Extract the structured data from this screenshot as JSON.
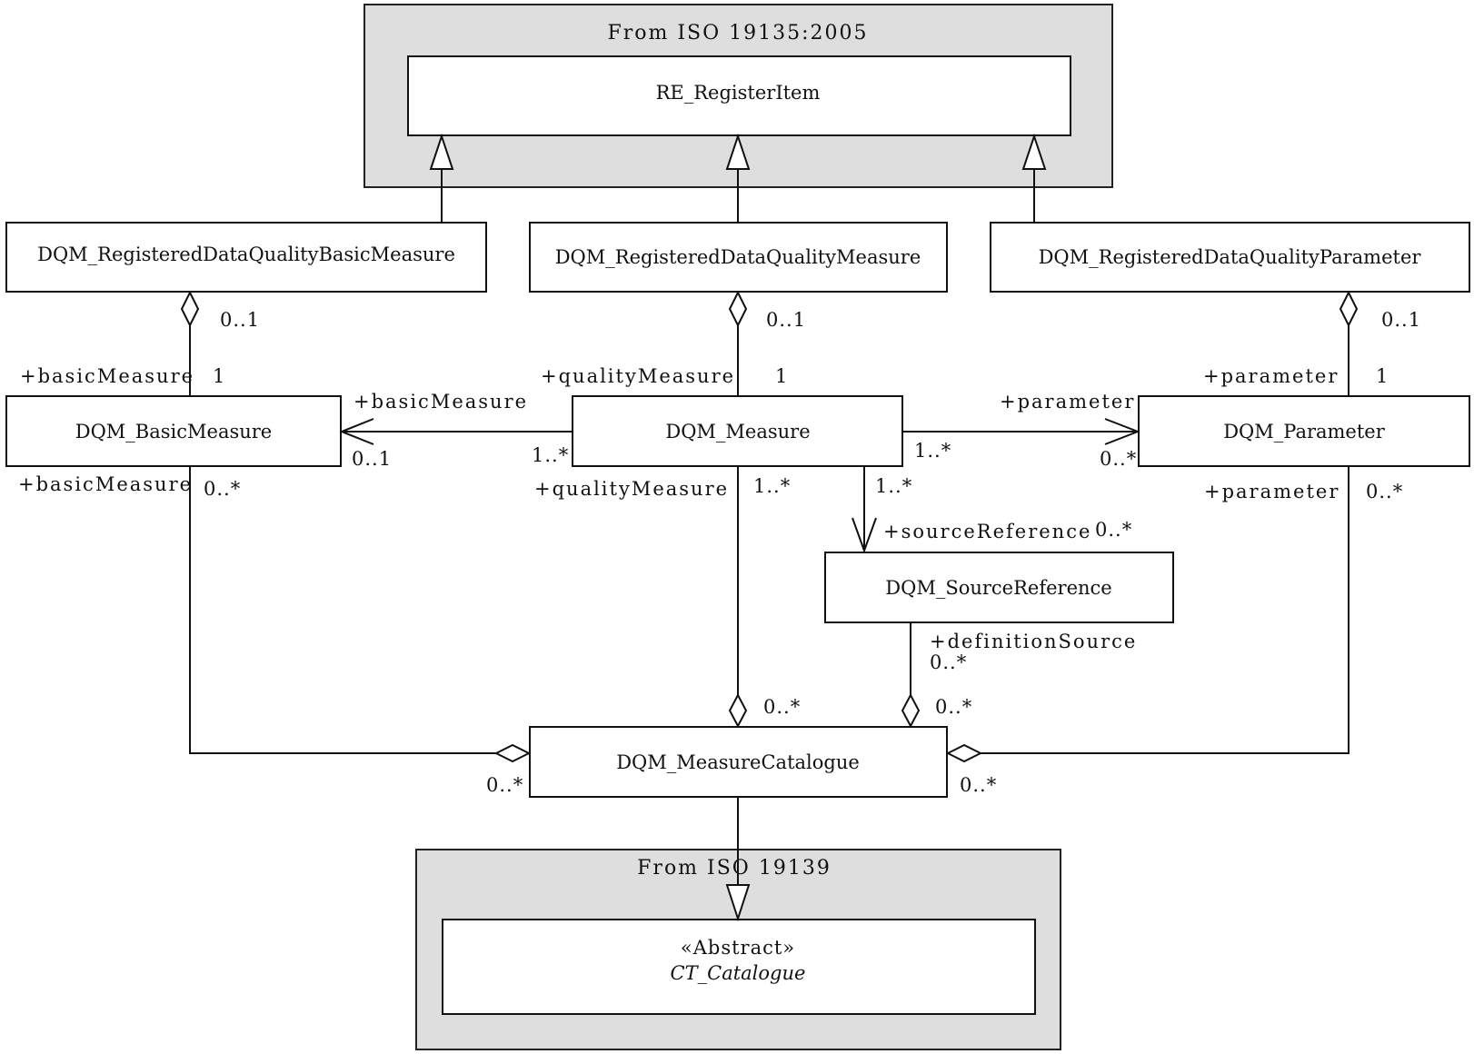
{
  "packages": {
    "iso19135": {
      "title": "From ISO 19135:2005"
    },
    "iso19139": {
      "title": "From ISO 19139"
    }
  },
  "classes": {
    "register_item": "RE_RegisterItem",
    "reg_basic_measure": "DQM_RegisteredDataQualityBasicMeasure",
    "reg_measure": "DQM_RegisteredDataQualityMeasure",
    "reg_parameter": "DQM_RegisteredDataQualityParameter",
    "basic_measure": "DQM_BasicMeasure",
    "measure": "DQM_Measure",
    "parameter": "DQM_Parameter",
    "source_reference": "DQM_SourceReference",
    "measure_catalogue": "DQM_MeasureCatalogue",
    "catalogue_stereotype": "«Abstract»",
    "catalogue": "CT_Catalogue"
  },
  "labels": {
    "agg_regbasic_mult": "0..1",
    "agg_regmeasure_mult": "0..1",
    "agg_regparam_mult": "0..1",
    "basic_role_top": "+basicMeasure",
    "basic_one": "1",
    "measure_role_top": "+qualityMeasure",
    "measure_one": "1",
    "param_role_top": "+parameter",
    "param_one": "1",
    "assoc_basic_role": "+basicMeasure",
    "assoc_basic_mult": "0..1",
    "assoc_basic_src_mult": "1..*",
    "assoc_param_role": "+parameter",
    "assoc_param_src_mult": "1..*",
    "assoc_param_mult": "0..*",
    "basic_role_bottom": "+basicMeasure",
    "basic_mult_bottom": "0..*",
    "measure_role_bottom": "+qualityMeasure",
    "measure_mult_bottom": "1..*",
    "source_src_mult": "1..*",
    "source_role": "+sourceReference",
    "source_mult": "0..*",
    "param_role_bottom": "+parameter",
    "param_mult_bottom": "0..*",
    "def_source_role": "+definitionSource",
    "def_source_mult": "0..*",
    "cat_measure_mult": "0..*",
    "cat_source_mult": "0..*",
    "cat_basic_mult": "0..*",
    "cat_param_mult": "0..*"
  }
}
